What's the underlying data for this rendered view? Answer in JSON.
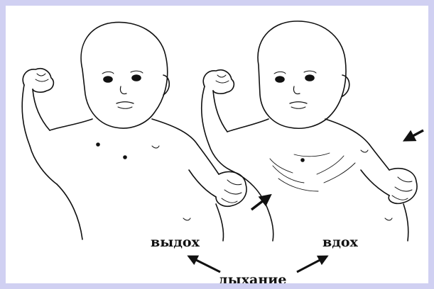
{
  "labels": {
    "exhale": "выдох",
    "inhale": "вдох",
    "breathing": "дыхание"
  },
  "figures": [
    {
      "id": "infant-exhale",
      "caption_key": "labels.exhale",
      "icon": "infant-drawing"
    },
    {
      "id": "infant-inhale",
      "caption_key": "labels.inhale",
      "icon": "infant-drawing"
    }
  ],
  "colors": {
    "frame": "#d0d0f2",
    "background": "#ffffff",
    "ink": "#111111"
  }
}
